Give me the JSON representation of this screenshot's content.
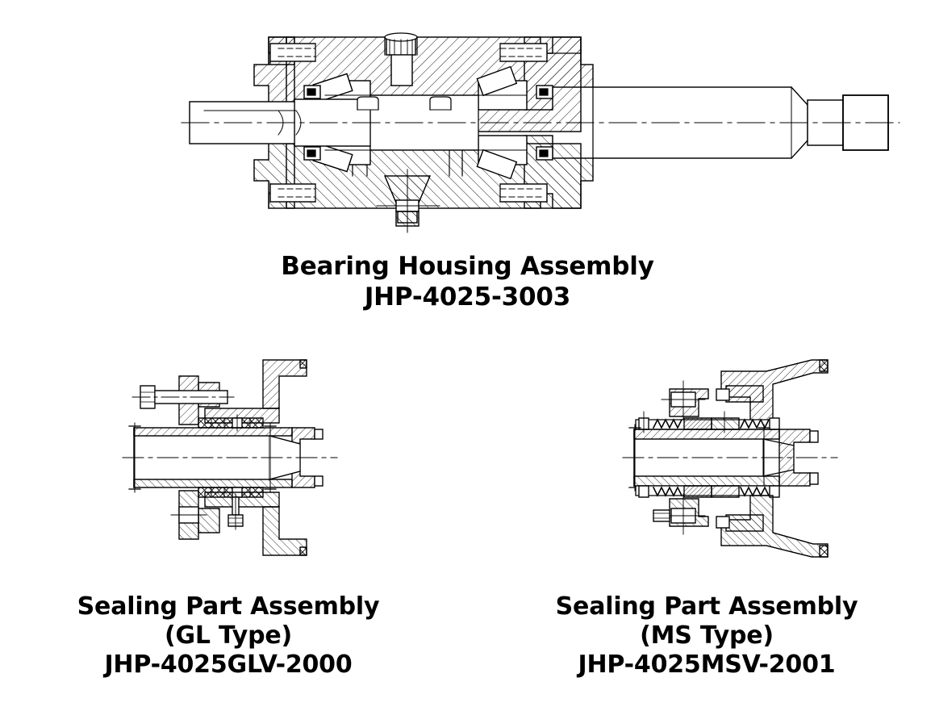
{
  "sheet": {
    "background_color": "#ffffff",
    "line_color": "#000000",
    "drawing_type": "mechanical engineering cross-section assembly drawings"
  },
  "figures": [
    {
      "id": "bearing-housing",
      "caption_lines": [
        "Bearing Housing Assembly",
        "JHP-4025-3003"
      ],
      "title": "Bearing Housing Assembly",
      "part_number": "JHP-4025-3003",
      "view": "longitudinal section",
      "components": [
        "shaft with keyway",
        "tapered roller bearing (drive end)",
        "tapered roller bearing (outboard end)",
        "bearing housing body",
        "breather / vent plug",
        "end cap with cap screws",
        "oil drain pedestal",
        "stepped shaft extension"
      ]
    },
    {
      "id": "gl-seal",
      "caption_lines": [
        "Sealing Part Assembly",
        "(GL Type)",
        "JHP-4025GLV-2000"
      ],
      "title": "Sealing Part Assembly",
      "type_label": "(GL Type)",
      "part_number": "JHP-4025GLV-2000",
      "view": "longitudinal section",
      "components": [
        "shaft sleeve",
        "gland packing rings",
        "gland follower",
        "gland stud bolt and hex nut",
        "stuffing box housing",
        "lantern ring"
      ]
    },
    {
      "id": "ms-seal",
      "caption_lines": [
        "Sealing Part Assembly",
        "(MS Type)",
        "JHP-4025MSV-2001"
      ],
      "title": "Sealing Part Assembly",
      "type_label": "(MS Type)",
      "part_number": "JHP-4025MSV-2001",
      "view": "longitudinal section",
      "components": [
        "shaft sleeve",
        "mechanical seal rotating face",
        "mechanical seal stationary seat",
        "seal springs",
        "set screw collar",
        "seal housing / gland plate",
        "flush port connection"
      ]
    }
  ]
}
